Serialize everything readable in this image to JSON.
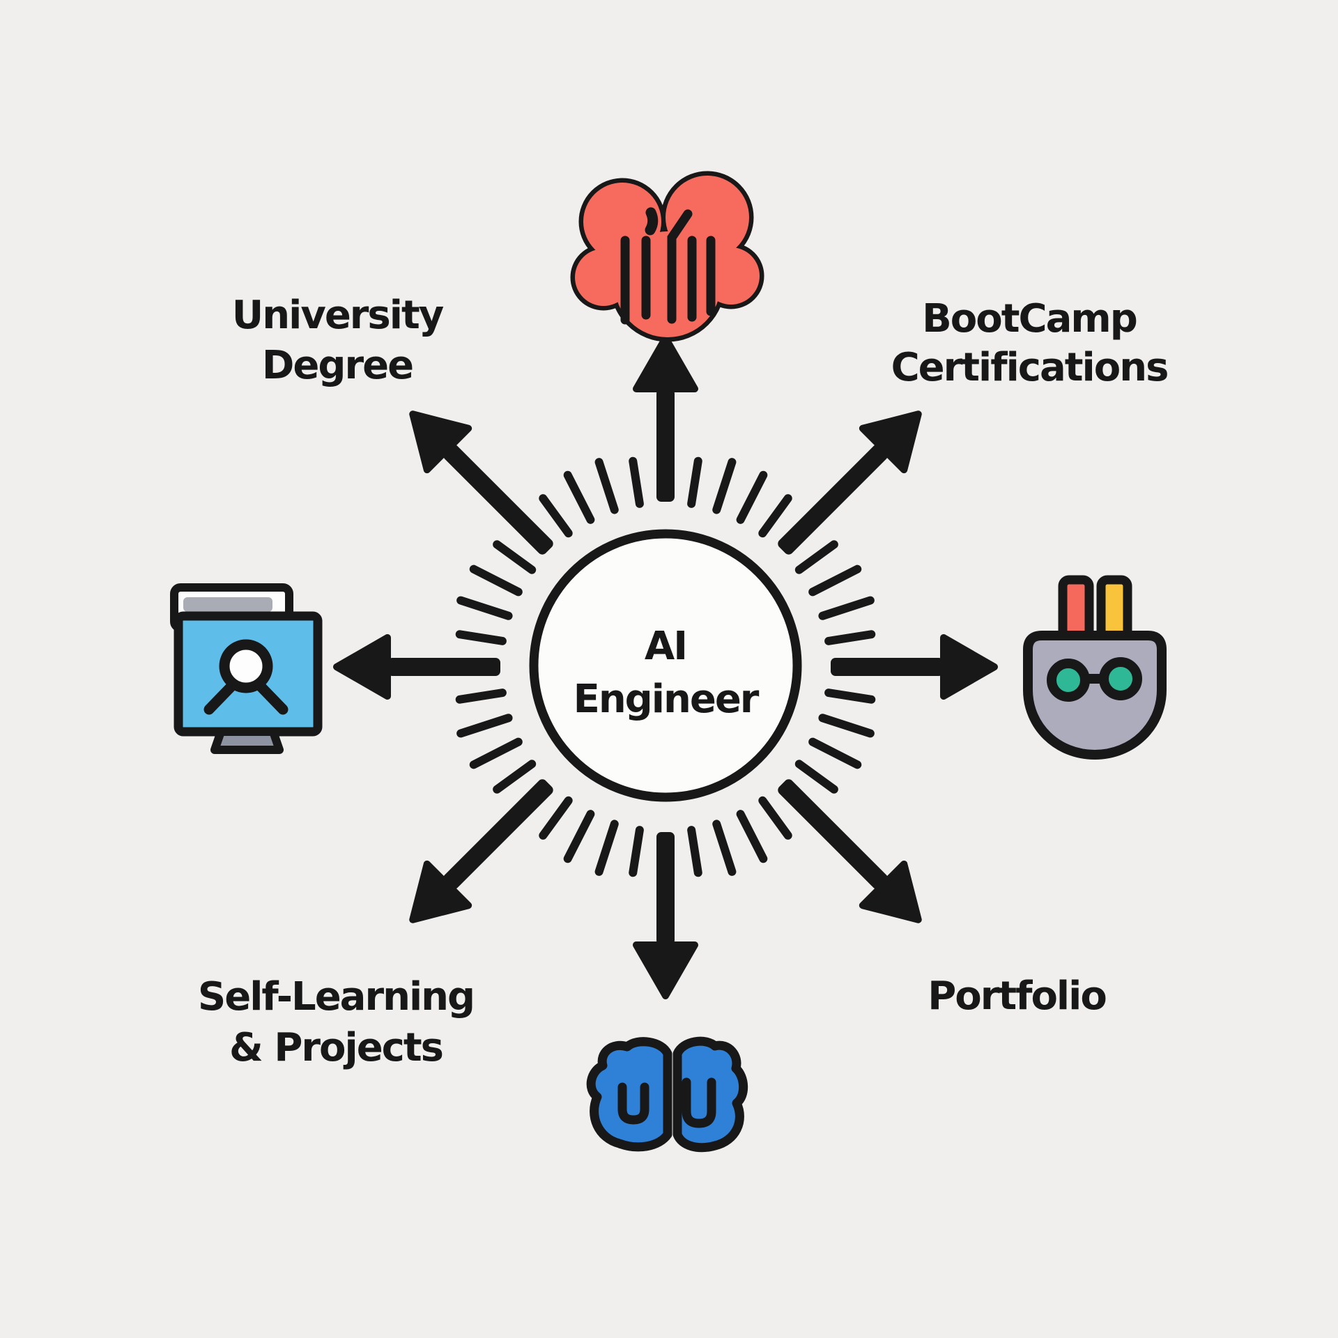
{
  "diagram_title": "AI Engineer paths diagram",
  "center": {
    "line1": "AI",
    "line2": "Engineer"
  },
  "labels": {
    "university_degree": {
      "line1": "University",
      "line2": "Degree"
    },
    "bootcamp_certifications": {
      "line1": "BootCamp",
      "line2": "Certifications"
    },
    "self_learning_projects": {
      "line1": "Self-Learning",
      "line2": "& Projects"
    },
    "portfolio": {
      "line1": "Portfolio"
    }
  },
  "icons": {
    "top": "brain-circuit-icon",
    "left": "monitor-search-icon",
    "right": "robot-head-icon",
    "bottom": "brain-icon"
  },
  "arrows": [
    "up",
    "up-right",
    "right",
    "down-right",
    "down",
    "down-left",
    "left",
    "up-left"
  ],
  "colors": {
    "bg": "#F0EFED",
    "ink": "#181818",
    "circle_fill": "#FCFCFA",
    "white": "#FDFDFD",
    "cloud_red": "#F76B5E",
    "screen_blue": "#5FBDE9",
    "bar_gray": "#A9ACB4",
    "stand_gray": "#8E93A2",
    "head_gray": "#ACACBD",
    "eye_teal": "#2EB896",
    "prong_red": "#F5685C",
    "prong_yellow": "#F9C33C",
    "brain_blue": "#2F81D7"
  }
}
